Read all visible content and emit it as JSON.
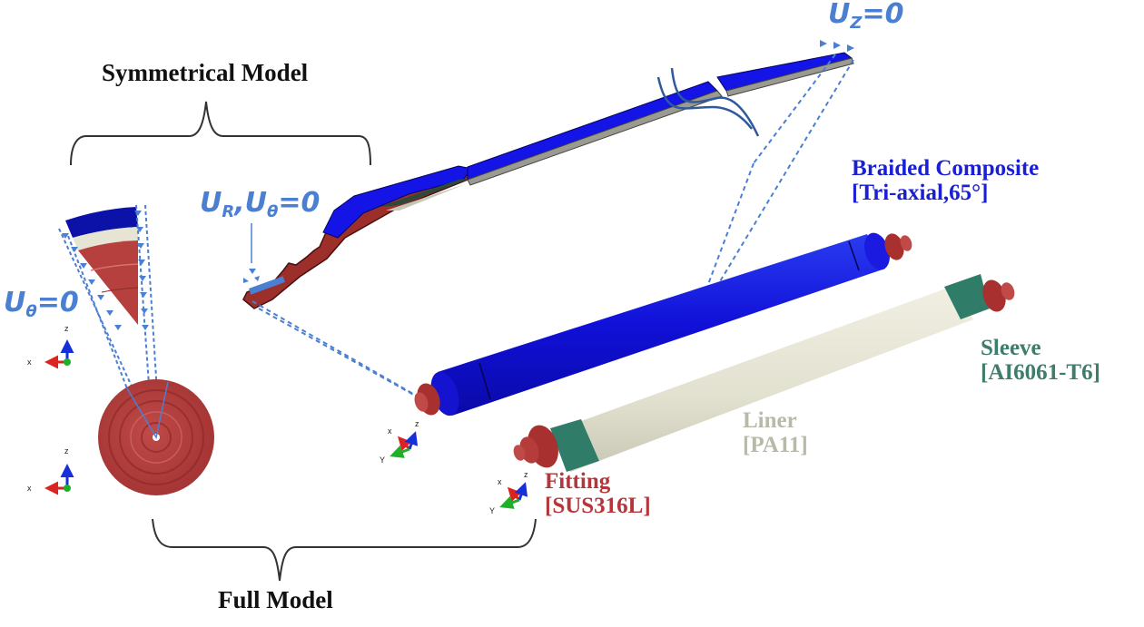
{
  "figure": {
    "headings": {
      "symmetrical_model": "Symmetrical Model",
      "full_model": "Full Model"
    },
    "boundary_conditions": {
      "u_theta": {
        "var": "U",
        "sub": "θ",
        "eq": "=0"
      },
      "u_r_u_theta": {
        "var1": "U",
        "sub1": "R",
        "sep": ",",
        "var2": "U",
        "sub2": "θ",
        "eq": "=0"
      },
      "u_z": {
        "var": "U",
        "sub": "Z",
        "eq": "=0"
      }
    },
    "materials": [
      {
        "id": "braided",
        "name": "Braided Composite",
        "spec": "[Tri-axial,65°]",
        "color": "#1a1fd6"
      },
      {
        "id": "sleeve",
        "name": "Sleeve",
        "spec": "[AI6061-T6]",
        "color": "#3e7d6b"
      },
      {
        "id": "liner",
        "name": "Liner",
        "spec": "[PA11]",
        "color": "#b9b9a8"
      },
      {
        "id": "fitting",
        "name": "Fitting",
        "spec": "[SUS316L]",
        "color": "#b5353a"
      }
    ],
    "axis_triads": {
      "front_view": {
        "horizontal": "x",
        "vertical": "z"
      },
      "iso_view": {
        "a": "x",
        "b": "z",
        "c": "Y"
      }
    },
    "colors": {
      "bc_blue": "#4a7fd2",
      "composite_blue": "#1010d8",
      "fitting_red": "#b0383a",
      "liner_cream": "#e4e3d2",
      "sleeve_green": "#2f7d68"
    }
  }
}
